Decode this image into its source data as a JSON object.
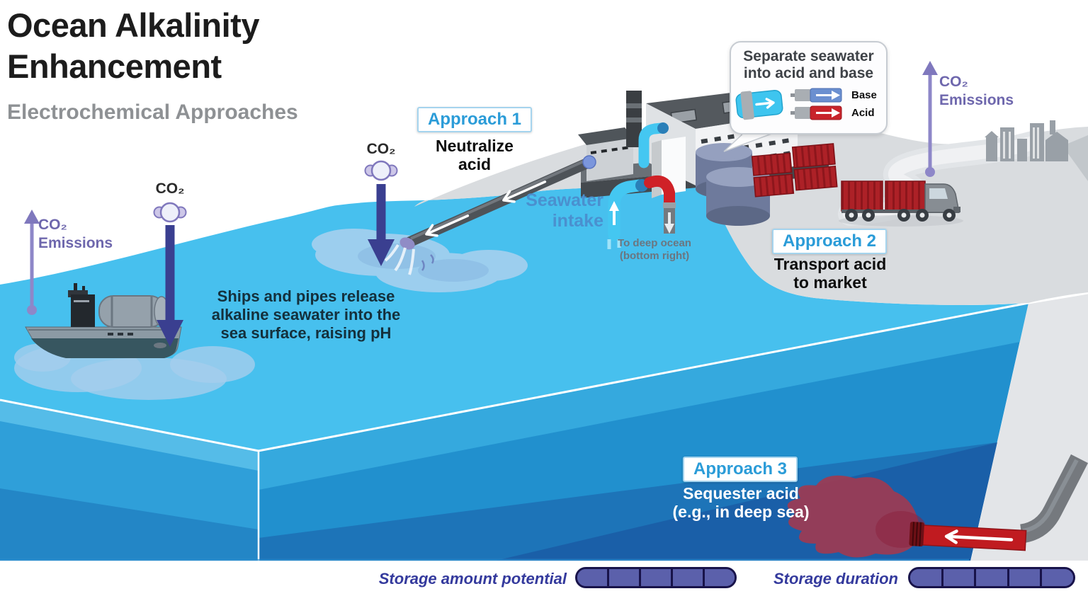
{
  "title": {
    "line1": "Ocean Alkalinity",
    "line2": "Enhancement",
    "subtitle": "Electrochemical Approaches"
  },
  "approaches": [
    {
      "tag": "Approach 1",
      "line1": "Neutralize",
      "line2": "acid"
    },
    {
      "tag": "Approach 2",
      "line1": "Transport acid",
      "line2": "to market"
    },
    {
      "tag": "Approach 3",
      "line1": "Sequester acid",
      "line2": "(e.g., in deep sea)"
    }
  ],
  "callout": {
    "title_line1": "Separate seawater",
    "title_line2": "into acid and base",
    "base_label": "Base",
    "acid_label": "Acid"
  },
  "labels": {
    "co2": "CO₂",
    "emissions_line1": "CO₂",
    "emissions_line2": "Emissions",
    "seawater_line1": "Seawater",
    "seawater_line2": "intake",
    "deep_ocean_line1": "To deep ocean",
    "deep_ocean_line2": "(bottom right)",
    "ship_note_line1": "Ships and pipes release",
    "ship_note_line2": "alkaline seawater into the",
    "ship_note_line3": "sea surface, raising pH"
  },
  "gauges": {
    "storage_amount": {
      "label": "Storage amount potential",
      "segments": 5,
      "filled": 5
    },
    "storage_duration": {
      "label": "Storage duration",
      "segments": 5,
      "filled": 5
    }
  },
  "colors": {
    "approach_accent": "#2b9cd8",
    "ocean_surface": "#47c0ee",
    "ocean_front_mid": "#2190ce",
    "ocean_front_deep": "#1d74b8",
    "land_gray": "#d9dcdf",
    "co2_purple": "#6e67ad",
    "arrow_indigo": "#3a3f90",
    "pipe_cyan": "#44c7f1",
    "acid_red": "#c8242b",
    "base_blue": "#6b8fd0",
    "gauge_fill": "#5b60ab",
    "gauge_border": "#18134a",
    "storage_label": "#343a9d"
  }
}
